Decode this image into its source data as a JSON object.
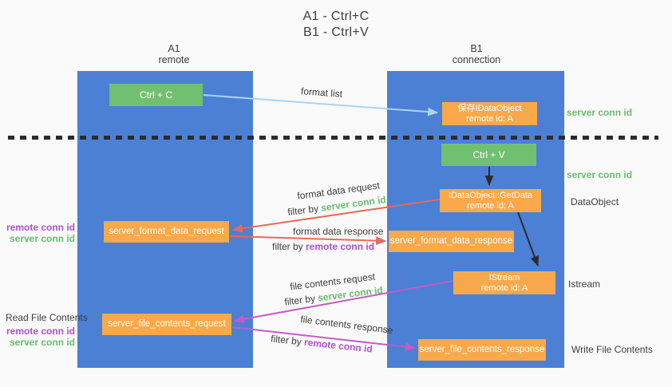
{
  "title": {
    "line1": "A1 - Ctrl+C",
    "line2": "B1 - Ctrl+V"
  },
  "columns": {
    "a1": {
      "label": "A1",
      "sublabel": "remote"
    },
    "b1": {
      "label": "B1",
      "sublabel": "connection"
    }
  },
  "nodes": {
    "ctrl_c": {
      "label": "Ctrl + C"
    },
    "ctrl_v": {
      "label": "Ctrl + V"
    },
    "save_dataobject": {
      "line1": "保存IDataObject",
      "line2": "remote id: A"
    },
    "getdata": {
      "line1": "IDataObject::GetData",
      "line2": "remote id: A"
    },
    "istream": {
      "line1": "IStream",
      "line2": "remote id: A"
    },
    "server_format_data_request": {
      "label": "server_format_data_request"
    },
    "server_format_data_response": {
      "label": "server_format_data_response"
    },
    "server_file_contents_request": {
      "label": "server_file_contents_request"
    },
    "server_file_contents_response": {
      "label": "server_file_contents_response"
    }
  },
  "arrow_labels": {
    "format_list": "format list",
    "format_data_request": "format data request",
    "format_data_response": "format data response",
    "file_contents_request": "file contents request",
    "file_contents_response": "file contents response",
    "filter_by": "filter by ",
    "server_conn_id": "server conn id",
    "remote_conn_id": "remote conn id"
  },
  "side_labels": {
    "remote_conn_id": "remote conn id",
    "server_conn_id": "server conn id",
    "read_file_contents": "Read File Contents",
    "write_file_contents": "Write File Contents",
    "dataobject": "DataObject",
    "istream": "Istream"
  },
  "colors": {
    "column_blue": "#4b80d5",
    "node_green": "#71c071",
    "node_orange": "#f9a94b",
    "arrow_red": "#e8695a",
    "arrow_magenta": "#c45bc7",
    "arrow_light_blue": "#aad4f5",
    "arrow_black": "#2b2b2b",
    "text_green": "#68bd6c",
    "text_purple": "#ae4fd0",
    "text_dark": "#3d3d3d",
    "background": "#fafafa"
  }
}
